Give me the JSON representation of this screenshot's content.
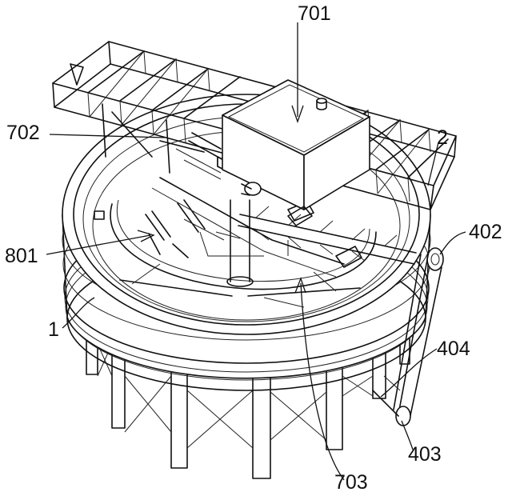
{
  "labels": {
    "l701": "701",
    "l702": "702",
    "l2": "2",
    "l402": "402",
    "l801": "801",
    "l1": "1",
    "l404": "404",
    "l403": "403",
    "l703": "703"
  }
}
